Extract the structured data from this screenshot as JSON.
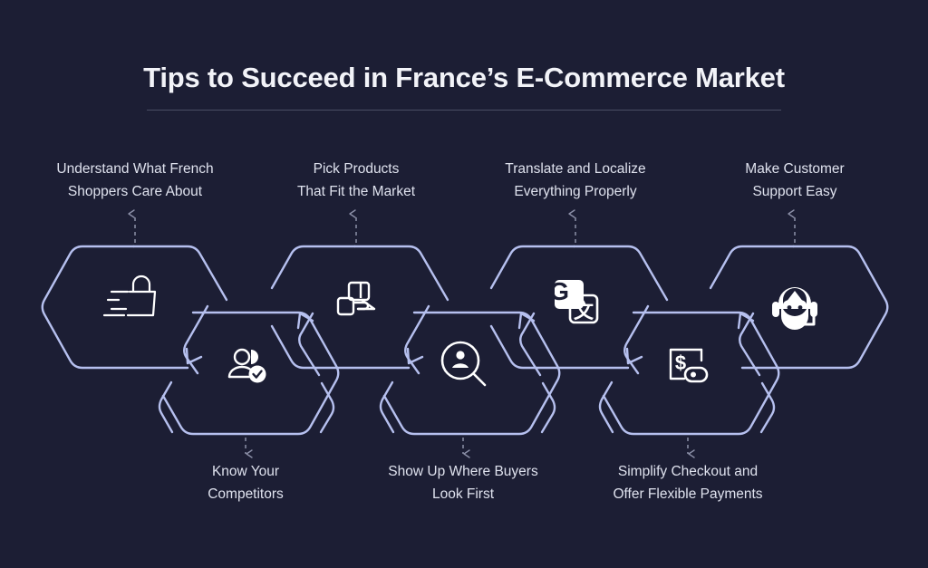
{
  "header": {
    "title": "Tips to Succeed in France’s E-Commerce Market"
  },
  "colors": {
    "background": "#1c1e34",
    "hexagon_stroke": "#b6c0ef",
    "icon": "#ffffff",
    "title_text": "#f2f3f8",
    "label_text": "#dfe2ee",
    "divider": "#4a4d63",
    "leader_line": "#8c90a8"
  },
  "steps": [
    {
      "index": 1,
      "label": "Understand What French\nShoppers Care About",
      "icon": "shopping-bag-icon",
      "position": "top",
      "label_position": "above"
    },
    {
      "index": 2,
      "label": "Know Your\nCompetitors",
      "icon": "verified-user-icon",
      "position": "bottom",
      "label_position": "below"
    },
    {
      "index": 3,
      "label": "Pick Products\nThat Fit the Market",
      "icon": "hand-holding-boxes-icon",
      "position": "top",
      "label_position": "above"
    },
    {
      "index": 4,
      "label": "Show Up Where Buyers\nLook First",
      "icon": "user-search-icon",
      "position": "bottom",
      "label_position": "below"
    },
    {
      "index": 5,
      "label": "Translate and Localize\nEverything Properly",
      "icon": "google-translate-icon",
      "position": "top",
      "label_position": "above"
    },
    {
      "index": 6,
      "label": "Simplify Checkout and\nOffer Flexible Payments",
      "icon": "wallet-payment-icon",
      "position": "bottom",
      "label_position": "below"
    },
    {
      "index": 7,
      "label": "Make Customer\nSupport Easy",
      "icon": "headset-support-icon",
      "position": "top",
      "label_position": "above"
    }
  ]
}
